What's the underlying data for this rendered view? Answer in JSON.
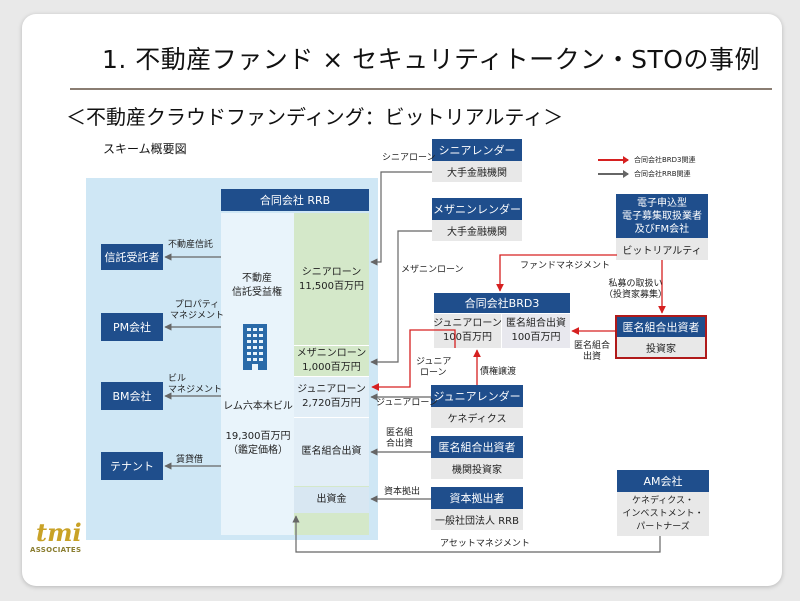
{
  "title": "1. 不動産ファンド × セキュリティトークン・STOの事例",
  "subtitle": "＜不動産クラウドファンディング：ビットリアルティ＞",
  "scheme_label": "スキーム概要図",
  "legend": {
    "brd3": "合同会社BRD3関連",
    "rrb": "合同会社RRB関連",
    "brd3_color": "#d62020",
    "rrb_color": "#666666"
  },
  "left_entities": {
    "trustee": "信託受託者",
    "pm": "PM会社",
    "bm": "BM会社",
    "tenant": "テナント"
  },
  "left_labels": {
    "trust": "不動産信託",
    "pm_line1": "プロパティ",
    "pm_line2": "マネジメント",
    "bm_line1": "ビル",
    "bm_line2": "マネジメント",
    "rent": "賃貸借"
  },
  "rrb": {
    "header": "合同会社 RRB",
    "asset_line1": "不動産",
    "asset_line2": "信託受益権",
    "building": "レム六本木ビル",
    "value_line1": "19,300百万円",
    "value_line2": "（鑑定価格）",
    "senior_label": "シニアローン",
    "senior_amount": "11,500百万円",
    "mezz_label": "メザニンローン",
    "mezz_amount": "1,000百万円",
    "junior_label": "ジュニアローン",
    "junior_amount": "2,720百万円",
    "tk_label": "匿名組合出資",
    "equity_label": "出資金"
  },
  "senior_lender": {
    "header": "シニアレンダー",
    "sub": "大手金融機関"
  },
  "mezz_lender": {
    "header": "メザニンレンダー",
    "sub": "大手金融機関"
  },
  "brd3": {
    "header": "合同会社BRD3",
    "junior_label": "ジュニアローン",
    "junior_amount": "100百万円",
    "tk_label": "匿名組合出資",
    "tk_amount": "100百万円"
  },
  "platform": {
    "line1": "電子申込型",
    "line2": "電子募集取扱業者",
    "line3": "及びFM会社",
    "sub": "ビットリアルティ"
  },
  "tk_investor_brd3": {
    "header": "匿名組合出資者",
    "sub": "投資家"
  },
  "junior_lender": {
    "header": "ジュニアレンダー",
    "sub": "ケネディクス"
  },
  "tk_investor_rrb": {
    "header": "匿名組合出資者",
    "sub": "機関投資家"
  },
  "equity_provider": {
    "header": "資本拠出者",
    "sub": "一般社団法人 RRB"
  },
  "am": {
    "header": "AM会社",
    "line1": "ケネディクス・",
    "line2": "インベストメント・",
    "line3": "パートナーズ"
  },
  "flow_labels": {
    "senior": "シニアローン",
    "mezz": "メザニンローン",
    "fund_mgmt": "ファンドマネジメント",
    "private_line1": "私募の取扱い",
    "private_line2": "（投資家募集）",
    "junior_line1": "ジュニア",
    "junior_line2": "ローン",
    "debt_transfer": "債権譲渡",
    "tk_to_brd3_line1": "匿名組合",
    "tk_to_brd3_line2": "出資",
    "junior_to_rrb": "ジュニアローン",
    "tk_to_rrb_line1": "匿名組",
    "tk_to_rrb_line2": "合出資",
    "capital": "資本拠出",
    "asset_mgmt": "アセットマネジメント"
  },
  "logo": {
    "mark": "tmi",
    "text": "ASSOCIATES"
  }
}
